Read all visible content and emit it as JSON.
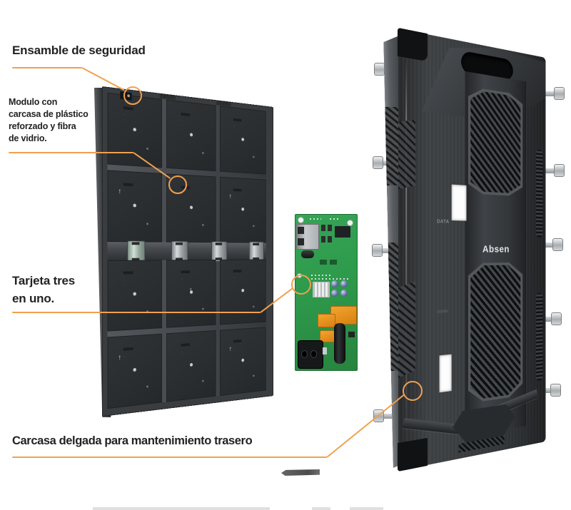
{
  "annotations": {
    "security": {
      "text": "Ensamble de seguridad"
    },
    "module": {
      "line1": "Modulo con",
      "line2": "carcasa de plástico",
      "line3": "reforzado y fibra",
      "line4": "de vidrio."
    },
    "card": {
      "line1": "Tarjeta tres",
      "line2": "en uno."
    },
    "housing": {
      "text": "Carcasa delgada para mantenimiento trasero"
    }
  },
  "back_cover": {
    "brand": "Absen",
    "port_label": "DATA"
  },
  "module_frame": {
    "arrow_glyph": "↑"
  },
  "colors": {
    "accent": "#EFA14E",
    "text": "#1F1F1F",
    "pcb_green": "#2F9E4D",
    "panel_dark": "#2E3133"
  }
}
